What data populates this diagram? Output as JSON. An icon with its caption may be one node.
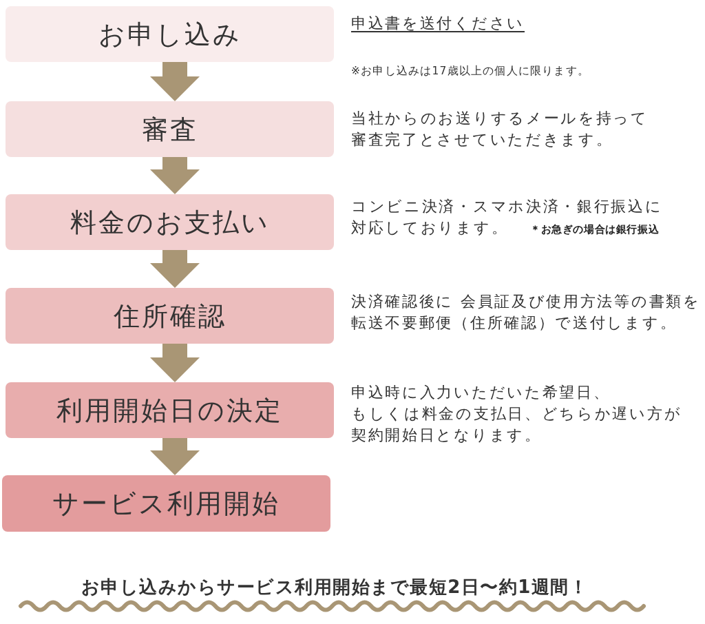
{
  "diagram": {
    "nodes": [
      {
        "text": [
          "お申し込み"
        ],
        "beside": [
          "申込書を送付ください",
          "※お申し込みは17歳以上の個人に限ります。"
        ]
      },
      {
        "text": [
          "審査"
        ],
        "beside": [
          "当社からのお送りするメールを持って審査完了とさせていただきます。"
        ]
      },
      {
        "text": [
          "料金のお支払い"
        ],
        "beside": [
          "コンビニ決済・スマホ決済・銀行振込に対応しております。 **＊お急ぎの場合は銀行振込**"
        ]
      },
      {
        "text": [
          "住所確認"
        ],
        "beside": [
          "決済確認後に 会員証及び使用方法等の書類を転送不要郵便（住所確認）で送付します。"
        ]
      },
      {
        "text": [
          "利用開始日の決定"
        ],
        "beside": [
          "申込時に入力いただいた希望日、もしくは料金の支払日、どちらか遅い方が契約開始日となります。"
        ]
      },
      {
        "text": [
          "サービス利用開始"
        ]
      }
    ],
    "edges": [
      {
        "from": 0,
        "to": 1,
        "arrow": "to"
      },
      {
        "from": 1,
        "to": 2,
        "arrow": "to"
      },
      {
        "from": 2,
        "to": 3,
        "arrow": "to"
      },
      {
        "from": 3,
        "to": 4,
        "arrow": "to"
      },
      {
        "from": 4,
        "to": 5,
        "arrow": "to"
      }
    ],
    "labels": [
      "お申し込みからサービス利用開始まで最短2日〜約1週間！"
    ]
  }
}
